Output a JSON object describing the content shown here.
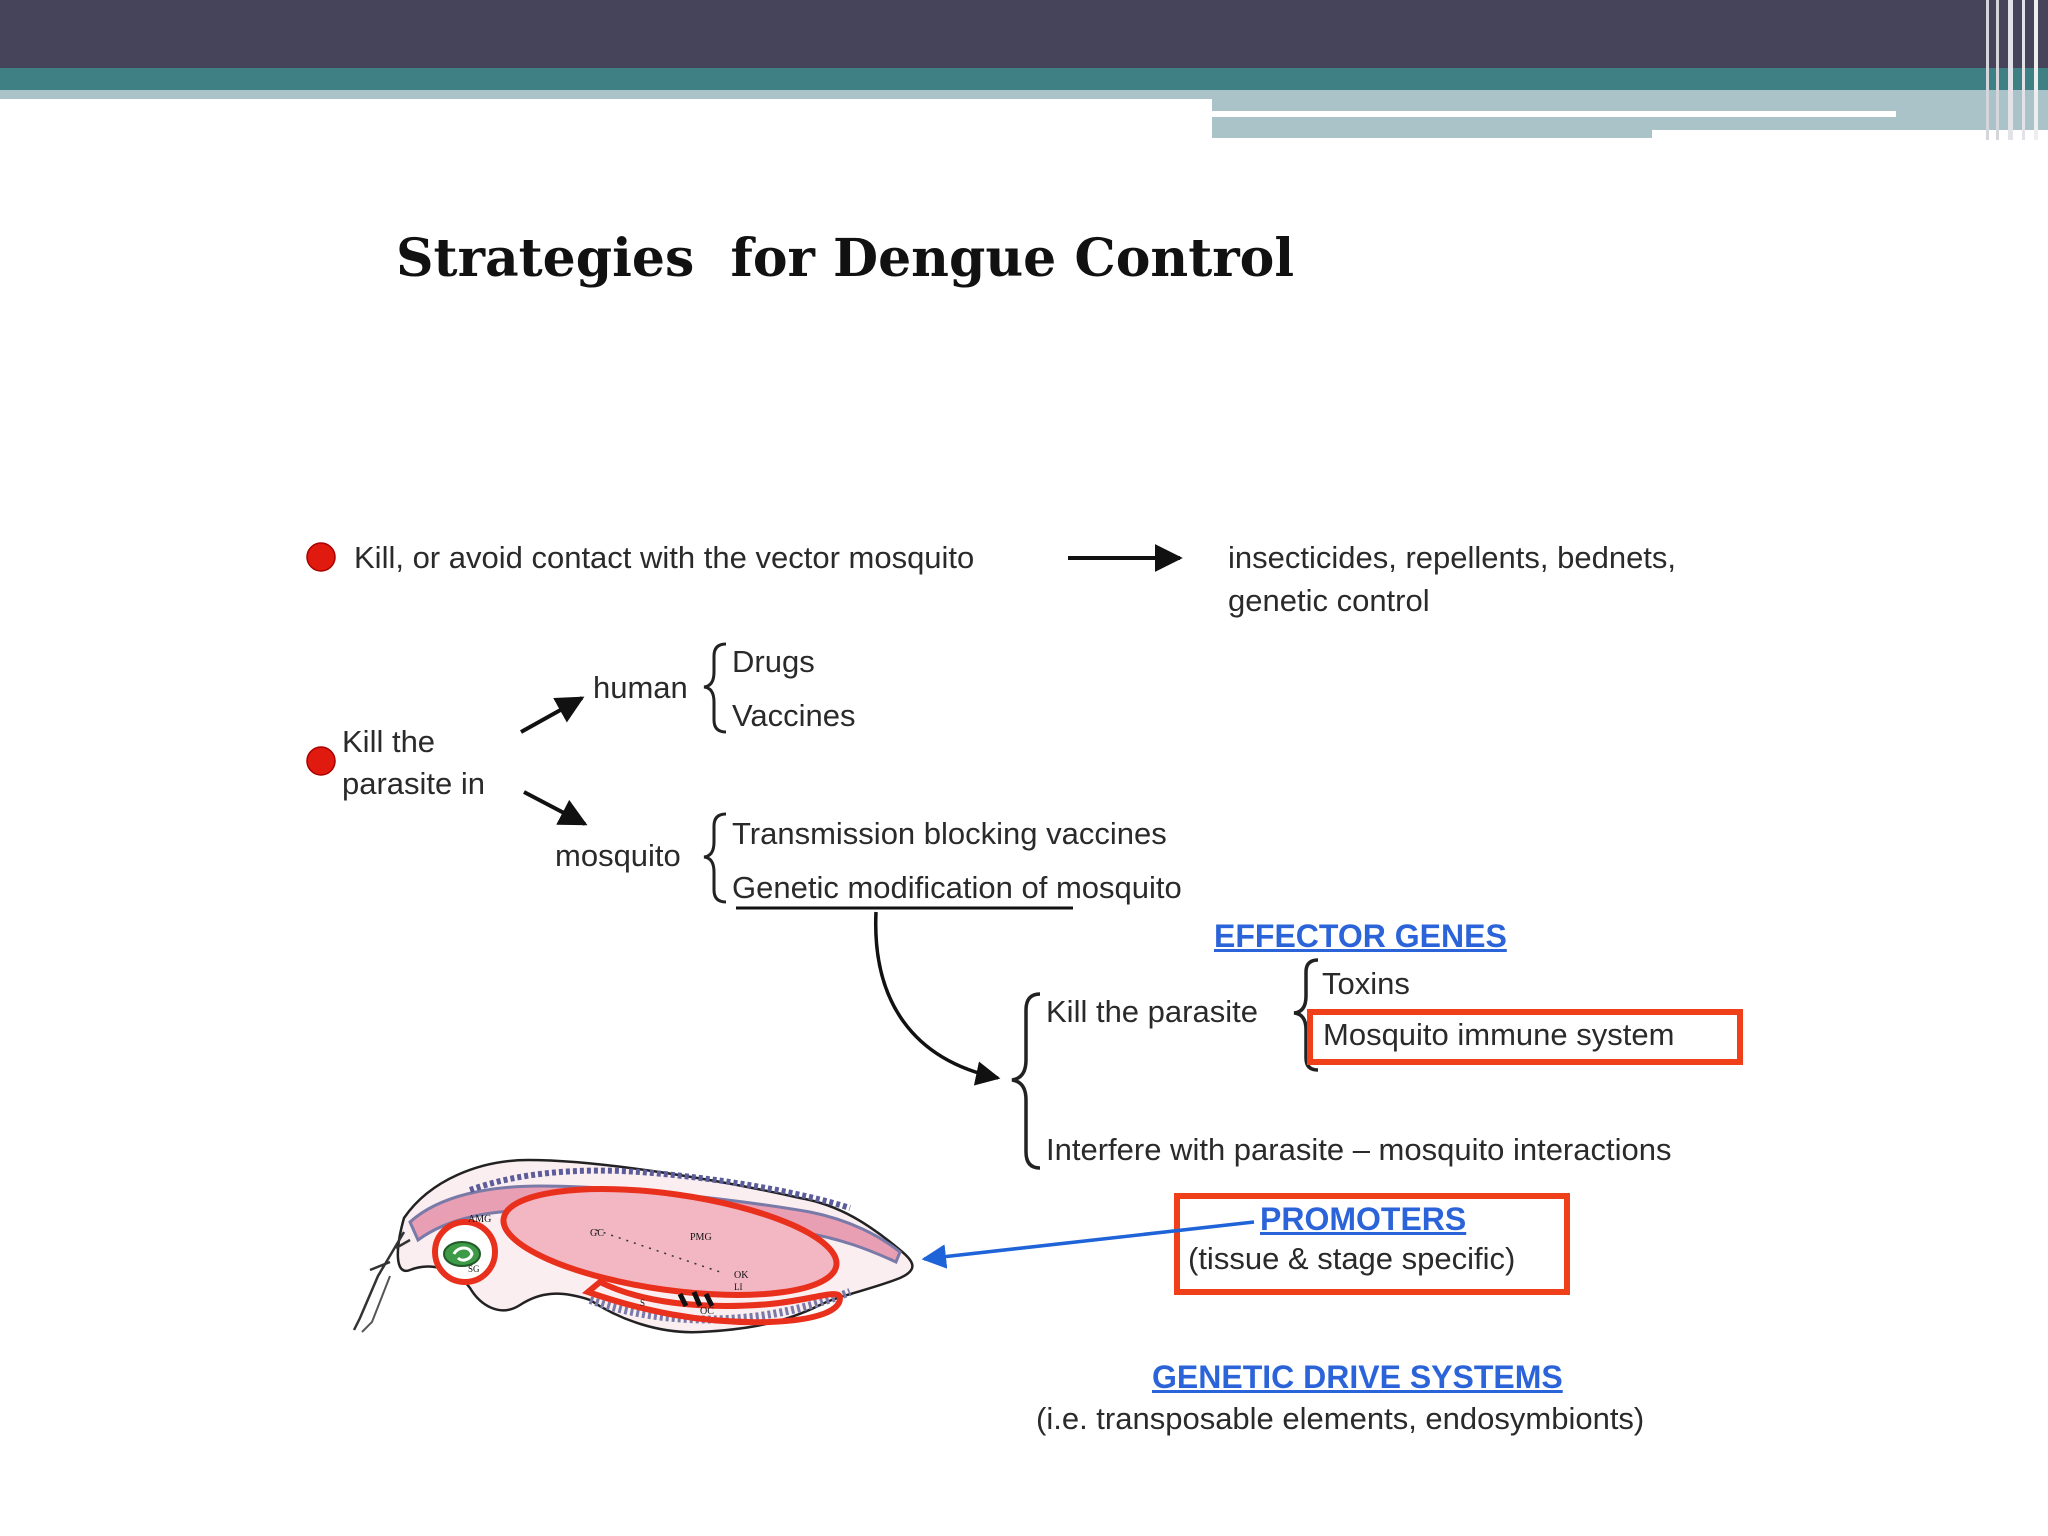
{
  "slide": {
    "title": "Strategies  for Dengue Control"
  },
  "diagram": {
    "strategy1": {
      "label": "Kill, or avoid contact with the vector mosquito",
      "result_line1": "insecticides, repellents, bednets,",
      "result_line2": "genetic control"
    },
    "strategy2": {
      "label_line1": "Kill the",
      "label_line2": "parasite in",
      "human": {
        "label": "human",
        "items": [
          "Drugs",
          "Vaccines"
        ]
      },
      "mosquito": {
        "label": "mosquito",
        "items": [
          "Transmission blocking vaccines",
          "Genetic modification of mosquito"
        ]
      }
    },
    "effector_genes": {
      "heading": "EFFECTOR GENES",
      "kill_parasite": {
        "label": "Kill the parasite",
        "items": [
          "Toxins",
          "Mosquito immune system"
        ]
      },
      "interfere": "Interfere with parasite – mosquito interactions"
    },
    "promoters": {
      "heading": "PROMOTERS",
      "subtext": "(tissue & stage specific)"
    },
    "genetic_drive": {
      "heading": "GENETIC DRIVE SYSTEMS",
      "subtext": "(i.e. transposable elements, endosymbionts)"
    },
    "mosquito_illustration": {
      "labels": [
        "AMG",
        "SG",
        "GC",
        "PMG",
        "OK",
        "LI",
        "S",
        "OC"
      ]
    }
  },
  "colors": {
    "header_dark": "#45445a",
    "header_teal": "#3f8085",
    "header_light": "#a9c3c8",
    "bullet_red": "#e01a0e",
    "highlight_box": "#f0401a",
    "link_blue": "#2b63d9",
    "arrow_blue": "#1f63d8"
  }
}
